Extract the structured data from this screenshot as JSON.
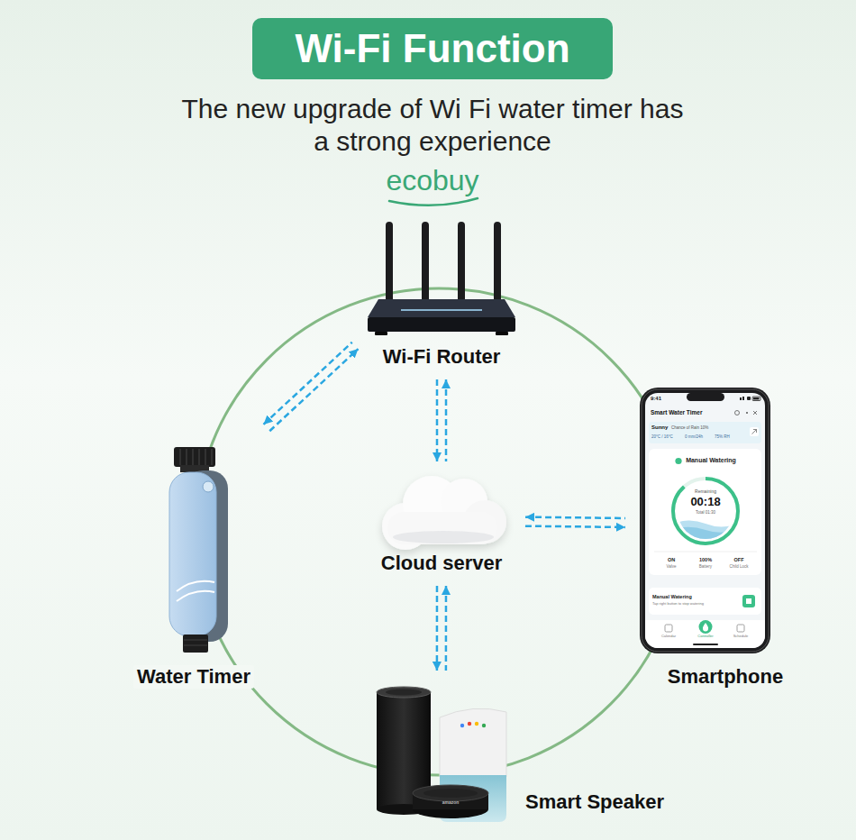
{
  "diagram": {
    "title": "Wi-Fi Function",
    "nodes": [
      {
        "text": [
          "Wi-Fi Router"
        ]
      },
      {
        "text": [
          "Cloud server"
        ]
      },
      {
        "text": [
          "Water Timer"
        ]
      },
      {
        "text": [
          "Smartphone"
        ]
      },
      {
        "text": [
          "Smart Speaker"
        ]
      }
    ],
    "edges": [
      {
        "from": 2,
        "to": 0,
        "arrow": "both"
      },
      {
        "from": 0,
        "to": 1,
        "arrow": "both"
      },
      {
        "from": 1,
        "to": 3,
        "arrow": "both"
      },
      {
        "from": 1,
        "to": 4,
        "arrow": "both"
      }
    ],
    "labels": [
      "The new upgrade of Wi Fi water timer has a strong experience",
      "ecobuy",
      "9:41",
      "Smart Water Timer",
      "Sunny",
      "Chance of Rain 10%",
      "20°C / 16°C",
      "0 mm/24h",
      "75% RH",
      "Manual Watering",
      "Remaining",
      "00:18",
      "Total 01:30",
      "ON",
      "Valve",
      "100%",
      "Battery",
      "OFF",
      "Child Lock",
      "Manual Watering",
      "Tap right button to stop watering",
      "Calendar",
      "Controller",
      "Schedule",
      "amazon"
    ]
  }
}
